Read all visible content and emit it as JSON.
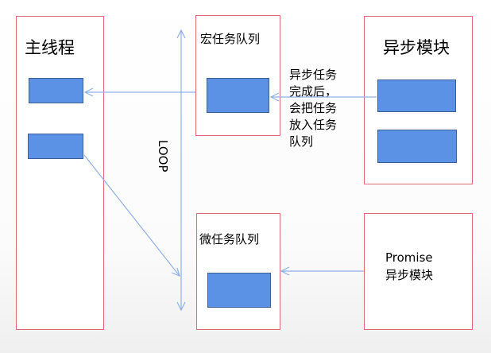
{
  "main_thread": {
    "title": "主线程"
  },
  "macro_queue": {
    "title": "宏任务队列"
  },
  "async_module": {
    "title": "异步模块"
  },
  "micro_queue": {
    "title": "微任务队列"
  },
  "promise_module": {
    "line1": "Promise",
    "line2": "异步模块"
  },
  "loop_label": "LOOP",
  "macro_note": "异步任务\n完成后，\n会把任务\n放入任务\n队列",
  "colors": {
    "box_border": "#e06b78",
    "block_fill": "#5b92e5",
    "block_border": "#3c5f96",
    "arrow": "#8fb0e6"
  }
}
